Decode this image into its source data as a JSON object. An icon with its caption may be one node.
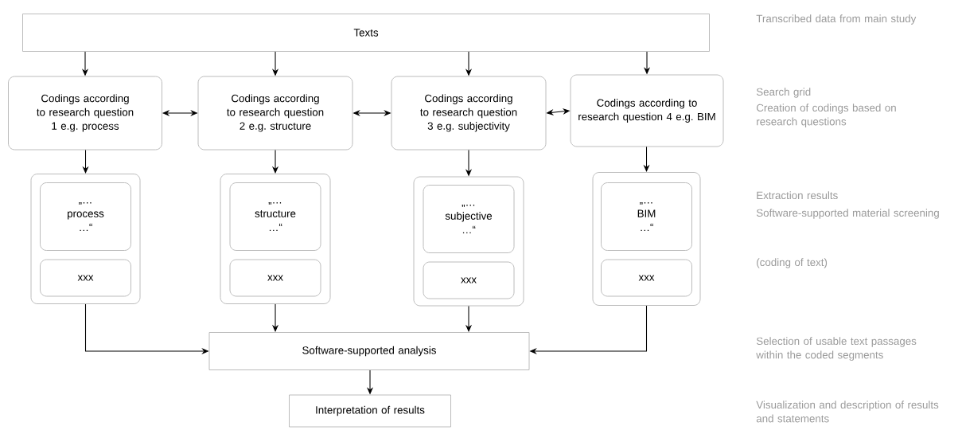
{
  "diagram": {
    "nodes": [
      {
        "text": [
          "Texts"
        ]
      },
      {
        "text": [
          "Codings according to research question 1 e.g. process"
        ]
      },
      {
        "text": [
          "Codings according to research question 2 e.g. structure"
        ]
      },
      {
        "text": [
          "Codings according to research question 3 e.g. subjectivity"
        ]
      },
      {
        "text": [
          "Codings according to research question 4 e.g. BIM"
        ]
      },
      {
        "text": [],
        "shape": "box"
      },
      {
        "text": [
          "„… process …“"
        ],
        "in": 5
      },
      {
        "text": [
          "xxx"
        ],
        "in": 5
      },
      {
        "text": [],
        "shape": "box"
      },
      {
        "text": [
          "„… structure …“"
        ],
        "in": 8
      },
      {
        "text": [
          "xxx"
        ],
        "in": 8
      },
      {
        "text": [],
        "shape": "box"
      },
      {
        "text": [
          "„… subjective …“"
        ],
        "in": 11
      },
      {
        "text": [
          "xxx"
        ],
        "in": 11
      },
      {
        "text": [],
        "shape": "box"
      },
      {
        "text": [
          "„… BIM …“"
        ],
        "in": 14
      },
      {
        "text": [
          "xxx"
        ],
        "in": 14
      },
      {
        "text": [
          "Software-supported analysis"
        ]
      },
      {
        "text": [
          "Interpretation of results"
        ]
      }
    ],
    "edges": [
      {
        "from": 0,
        "to": 1,
        "arrow": "to"
      },
      {
        "from": 0,
        "to": 2,
        "arrow": "to"
      },
      {
        "from": 0,
        "to": 3,
        "arrow": "to"
      },
      {
        "from": 0,
        "to": 4,
        "arrow": "to"
      },
      {
        "from": 1,
        "to": 2,
        "arrow": "both"
      },
      {
        "from": 2,
        "to": 3,
        "arrow": "both"
      },
      {
        "from": 3,
        "to": 4,
        "arrow": "both"
      },
      {
        "from": 1,
        "to": 5,
        "arrow": "to"
      },
      {
        "from": 2,
        "to": 8,
        "arrow": "to"
      },
      {
        "from": 3,
        "to": 11,
        "arrow": "to"
      },
      {
        "from": 4,
        "to": 14,
        "arrow": "to"
      },
      {
        "from": 5,
        "to": 17,
        "arrow": "to"
      },
      {
        "from": 8,
        "to": 17,
        "arrow": "to"
      },
      {
        "from": 11,
        "to": 17,
        "arrow": "to"
      },
      {
        "from": 14,
        "to": 17,
        "arrow": "to"
      },
      {
        "from": 17,
        "to": 18,
        "arrow": "to"
      }
    ],
    "labels": [
      "Transcribed data from main study",
      "Search grid",
      "Creation of codings based on research questions",
      "Extraction results",
      "Software-supported material screening",
      "(coding of text)",
      "Selection of usable text passages within the coded segments",
      "Visualization and description of results and statements"
    ]
  }
}
